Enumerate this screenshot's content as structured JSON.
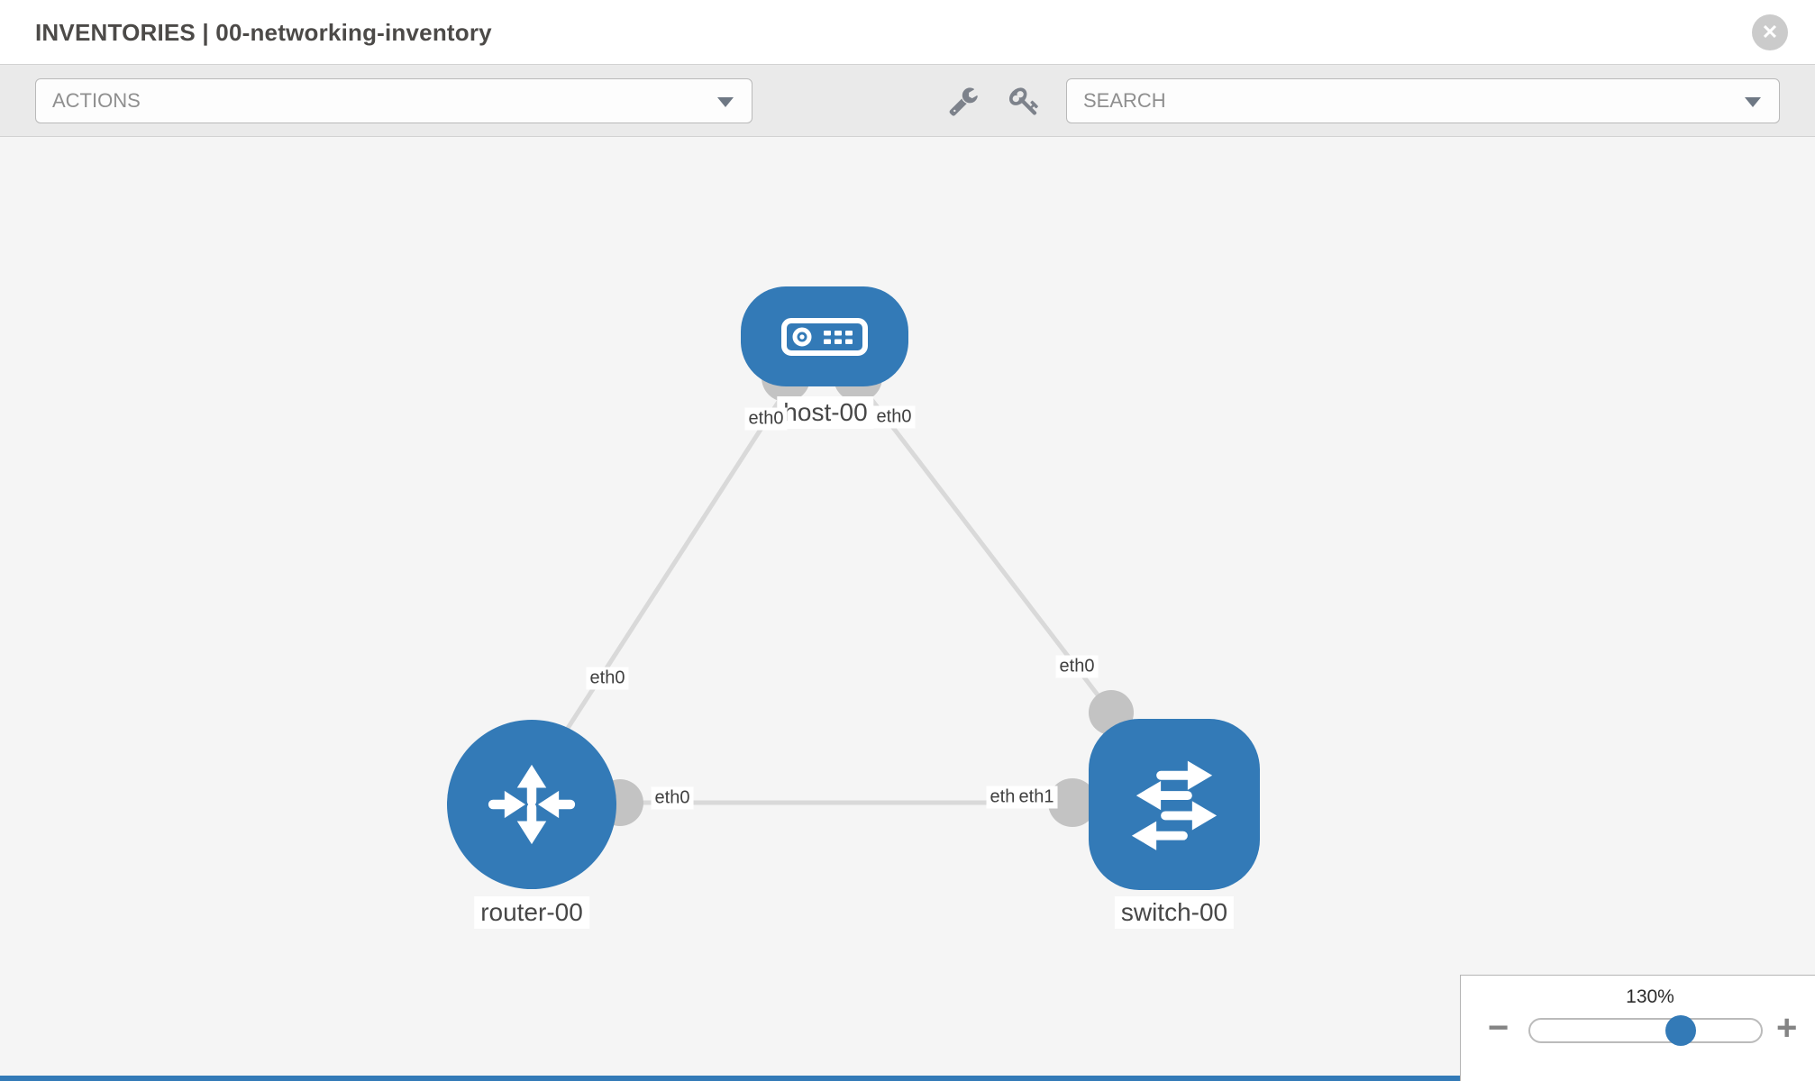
{
  "header": {
    "title": "INVENTORIES | 00-networking-inventory",
    "close_glyph": "✕"
  },
  "toolbar": {
    "actions": {
      "placeholder": "ACTIONS"
    },
    "search": {
      "placeholder": "SEARCH"
    },
    "icons": [
      "wrench-icon",
      "key-icon"
    ]
  },
  "topology": {
    "nodes": [
      {
        "label": "host-00",
        "type": "host"
      },
      {
        "label": "router-00",
        "type": "router"
      },
      {
        "label": "switch-00",
        "type": "switch"
      }
    ],
    "links": [
      {
        "from": "host-00",
        "to": "router-00",
        "from_label": "eth0",
        "to_label": "eth0"
      },
      {
        "from": "host-00",
        "to": "switch-00",
        "from_label": "eth0",
        "to_label": "eth0"
      },
      {
        "from": "router-00",
        "to": "switch-00",
        "from_label": "eth0",
        "to_labels": [
          "eth0",
          "eth1"
        ]
      }
    ]
  },
  "zoom_control": {
    "level": "130%",
    "minus_glyph": "−",
    "plus_glyph": "+"
  },
  "colors": {
    "node_blue": "#337ab7",
    "link_gray": "#d9d9d9",
    "connector_gray": "#c3c3c3",
    "toolbar_gray": "#eaeaea",
    "canvas_gray": "#f5f5f5"
  }
}
